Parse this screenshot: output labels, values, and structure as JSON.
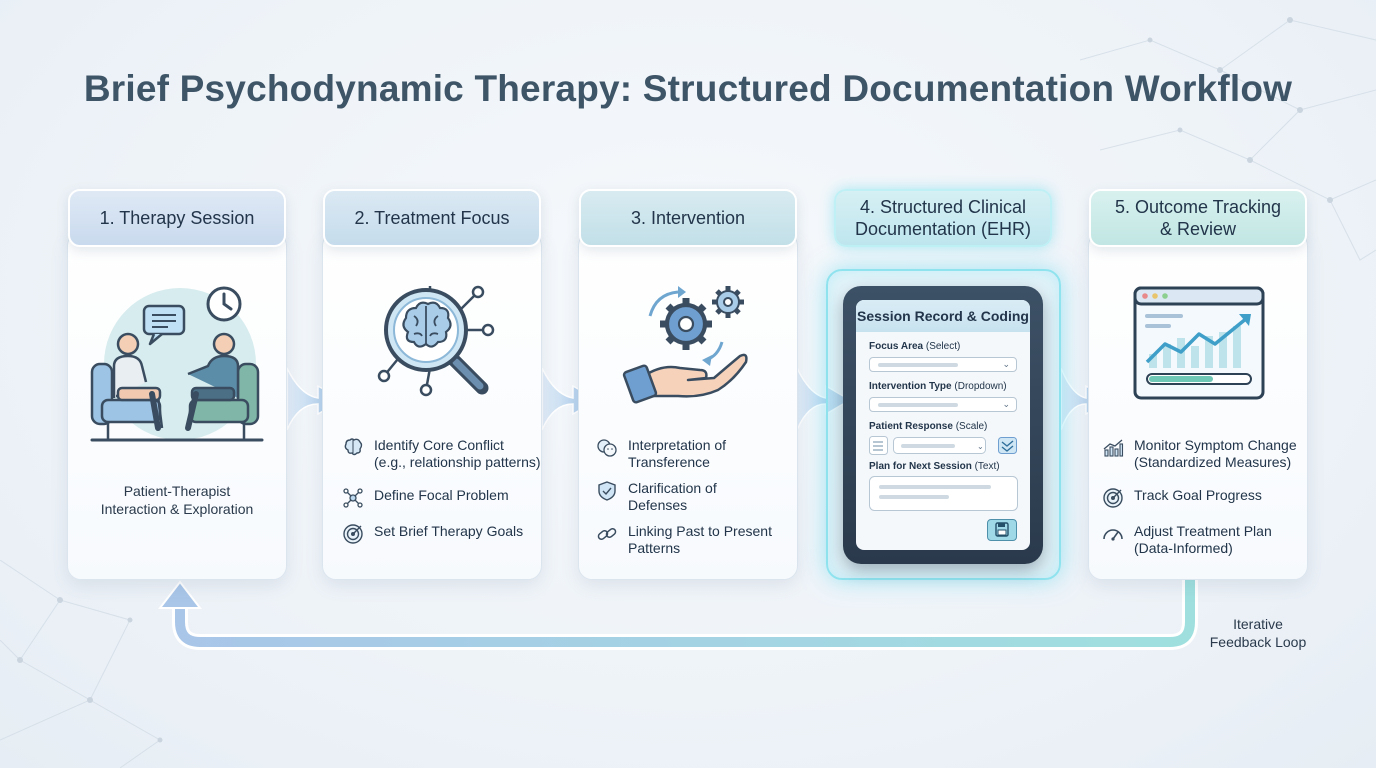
{
  "title": "Brief Psychodynamic Therapy: Structured Documentation Workflow",
  "colors": {
    "accent": "#5aa8d6",
    "highlight": "#5fd6ea",
    "heading": "#3e5568",
    "text": "#22354a"
  },
  "steps": [
    {
      "header": "1. Therapy Session",
      "icon": "patient-therapist-icon",
      "caption_line1": "Patient-Therapist",
      "caption_line2": "Interaction & Exploration"
    },
    {
      "header": "2. Treatment Focus",
      "icon": "brain-magnifier-icon",
      "items": [
        {
          "icon": "brain-icon",
          "line1": "Identify Core Conflict",
          "line2": "(e.g., relationship patterns)"
        },
        {
          "icon": "network-icon",
          "line1": "Define Focal Problem",
          "line2": ""
        },
        {
          "icon": "target-icon",
          "line1": "Set Brief Therapy Goals",
          "line2": ""
        }
      ]
    },
    {
      "header": "3. Intervention",
      "icon": "hand-gears-icon",
      "items": [
        {
          "icon": "faces-icon",
          "line1": "Interpretation of",
          "line2": "Transference"
        },
        {
          "icon": "shield-icon",
          "line1": "Clarification of",
          "line2": "Defenses"
        },
        {
          "icon": "link-icon",
          "line1": "Linking Past to Present",
          "line2": "Patterns"
        }
      ]
    },
    {
      "header_line1": "4. Structured Clinical",
      "header_line2": "Documentation (EHR)",
      "icon": "tablet-icon",
      "form": {
        "title": "Session Record & Coding",
        "fields": [
          {
            "label": "Focus Area",
            "hint": "(Select)"
          },
          {
            "label": "Intervention Type",
            "hint": "(Dropdown)"
          },
          {
            "label": "Patient Response",
            "hint": "(Scale)"
          },
          {
            "label": "Plan for Next Session",
            "hint": "(Text)"
          }
        ]
      }
    },
    {
      "header_line1": "5. Outcome Tracking",
      "header_line2": "& Review",
      "icon": "dashboard-chart-icon",
      "items": [
        {
          "icon": "bar-chart-icon",
          "line1": "Monitor Symptom Change",
          "line2": "(Standardized Measures)"
        },
        {
          "icon": "target-icon",
          "line1": "Track Goal Progress",
          "line2": ""
        },
        {
          "icon": "gauge-icon",
          "line1": "Adjust Treatment Plan",
          "line2": "(Data-Informed)"
        }
      ]
    }
  ],
  "feedback": {
    "line1": "Iterative",
    "line2": "Feedback Loop"
  }
}
